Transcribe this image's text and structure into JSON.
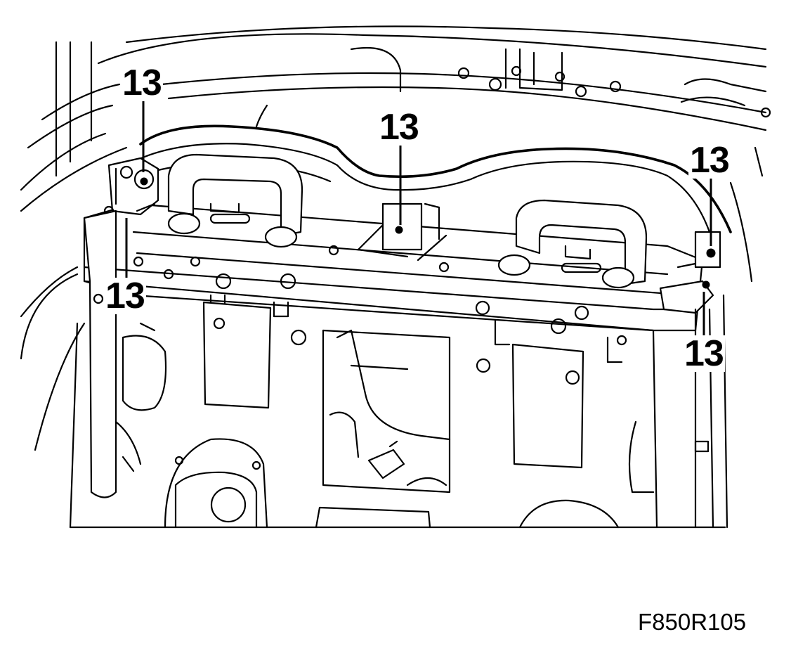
{
  "callouts": [
    {
      "id": "top-left",
      "label": "13"
    },
    {
      "id": "top-center",
      "label": "13"
    },
    {
      "id": "top-right",
      "label": "13"
    },
    {
      "id": "bottom-left",
      "label": "13"
    },
    {
      "id": "bottom-right",
      "label": "13"
    }
  ],
  "figure_code": "F850R105",
  "colors": {
    "line": "#000000",
    "background": "#ffffff"
  }
}
